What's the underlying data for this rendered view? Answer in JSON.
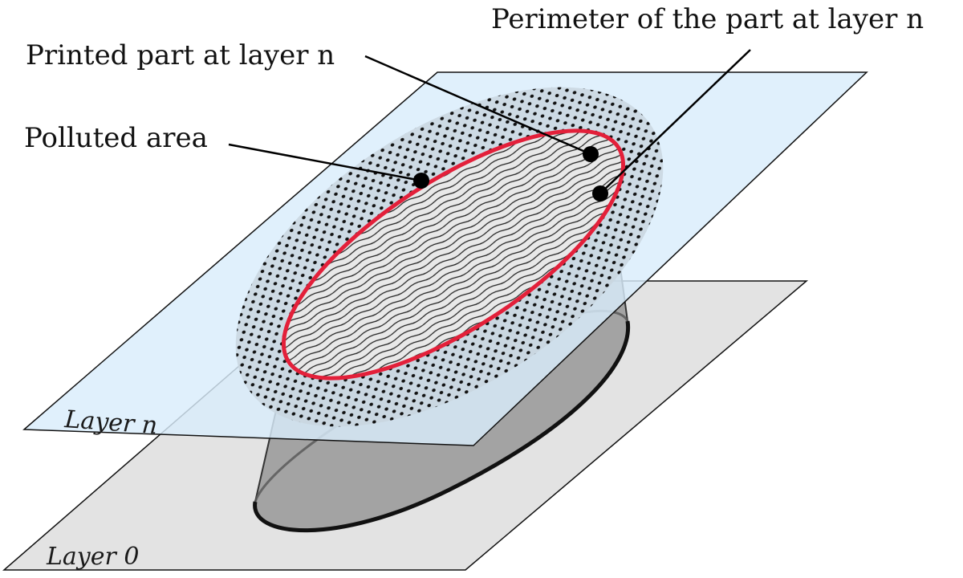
{
  "labels": {
    "printed_part": "Printed part at layer n",
    "perimeter": "Perimeter of  the part at layer n",
    "polluted_area": "Polluted area",
    "layer_n": "Layer n",
    "layer_0": "Layer 0"
  },
  "colors": {
    "layer_n_plane": "#d9edfb",
    "layer_0_plane": "#e3e3e3",
    "polluted_area": "#c9d6df",
    "dots": "#111111",
    "perimeter": "#e3203a",
    "part_body": "#8c8c8c",
    "leader_lines": "#000000"
  }
}
